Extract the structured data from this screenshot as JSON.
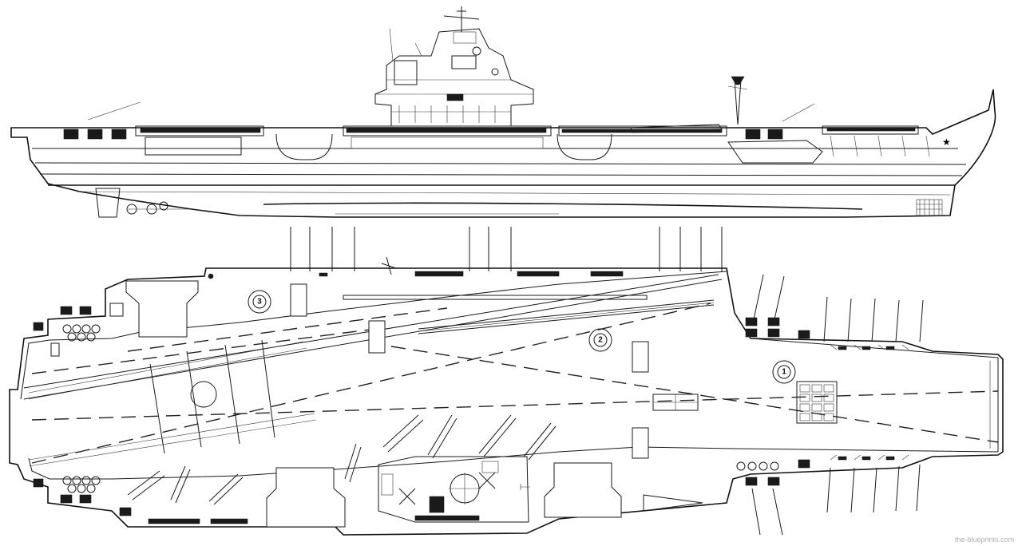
{
  "watermark": "the-blueprints.com",
  "helipads": [
    "1",
    "2",
    "3"
  ]
}
